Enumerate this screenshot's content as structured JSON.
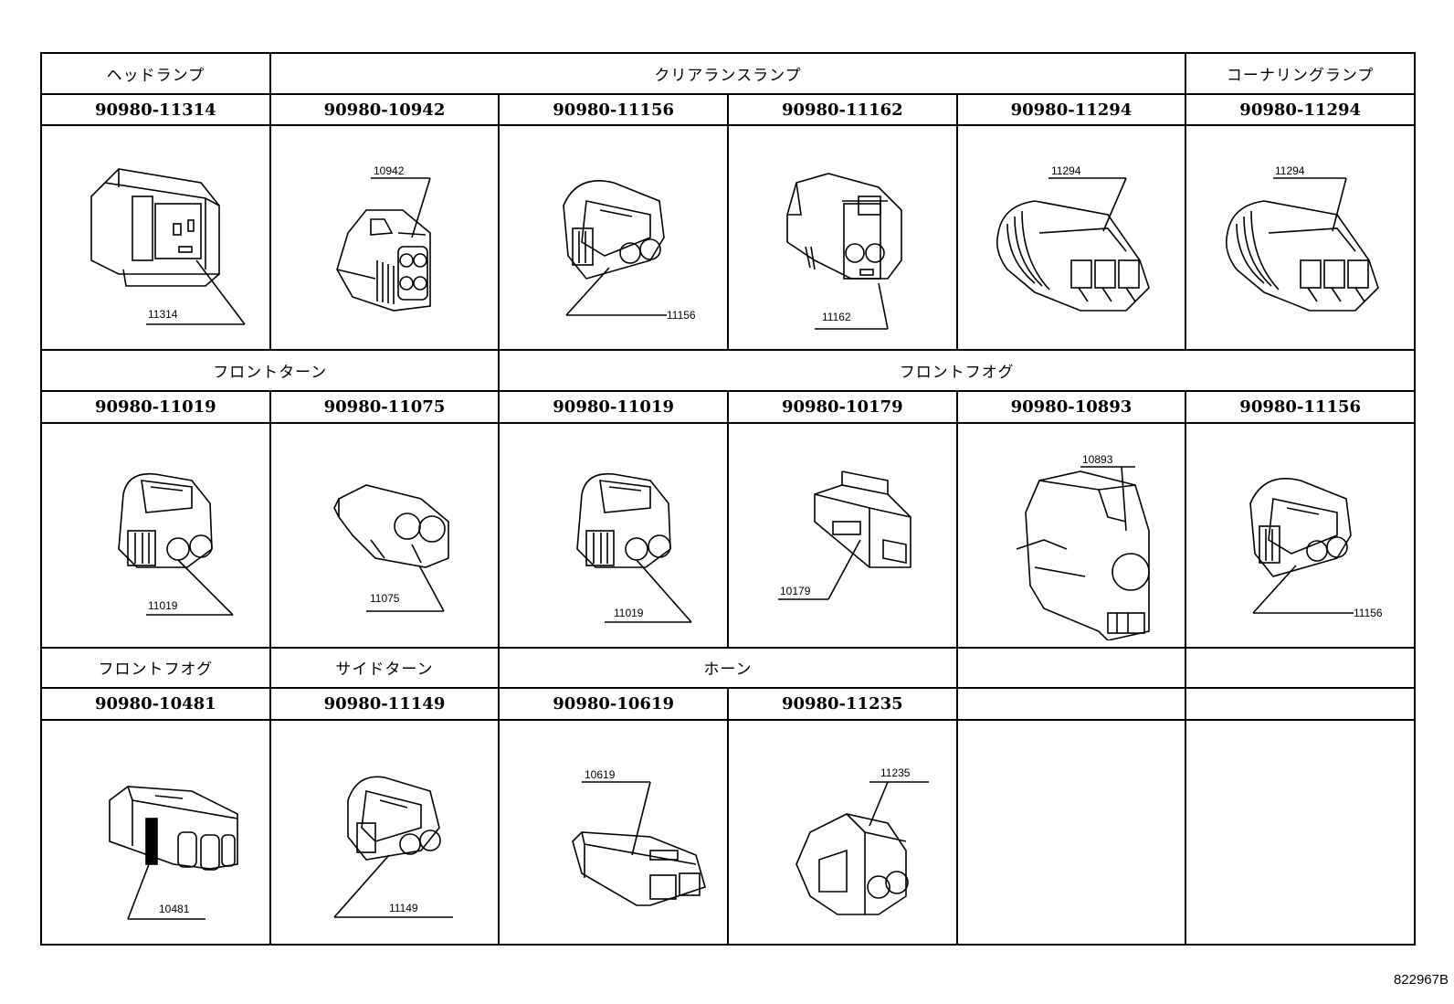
{
  "row1": {
    "categories": [
      "ヘッドランプ",
      "クリアランスランプ",
      "コーナリングランプ"
    ],
    "parts": [
      "90980-11314",
      "90980-10942",
      "90980-11156",
      "90980-11162",
      "90980-11294",
      "90980-11294"
    ],
    "callouts": [
      "11314",
      "10942",
      "11156",
      "11162",
      "11294",
      "11294"
    ]
  },
  "row2": {
    "categories": [
      "フロントターン",
      "フロントフオグ"
    ],
    "parts": [
      "90980-11019",
      "90980-11075",
      "90980-11019",
      "90980-10179",
      "90980-10893",
      "90980-11156"
    ],
    "callouts": [
      "11019",
      "11075",
      "11019",
      "10179",
      "10893",
      "11156"
    ]
  },
  "row3": {
    "categories": [
      "フロントフオグ",
      "サイドターン",
      "ホーン"
    ],
    "parts": [
      "90980-10481",
      "90980-11149",
      "90980-10619",
      "90980-11235"
    ],
    "callouts": [
      "10481",
      "11149",
      "10619",
      "11235"
    ]
  },
  "figure_ref": "822967B"
}
